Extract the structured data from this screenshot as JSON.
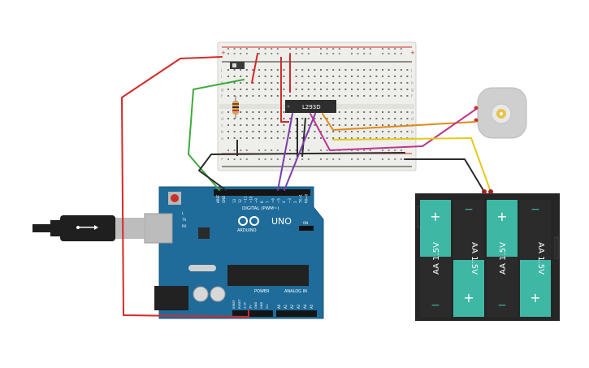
{
  "breadboard": {
    "row_letters_top": [
      "j",
      "i",
      "h",
      "g",
      "f"
    ],
    "row_letters_bottom": [
      "e",
      "d",
      "c",
      "b",
      "a"
    ],
    "top_rail_plus": "+",
    "top_rail_minus": "-",
    "bottom_rail_plus": "+",
    "bottom_rail_minus": "-"
  },
  "driver_chip": {
    "label": "L293D"
  },
  "arduino": {
    "brand": "ARDUINO",
    "model": "UNO",
    "digital_label": "DIGITAL (PWM~)",
    "power_label": "POWER",
    "analog_label": "ANALOG IN",
    "tx_label": "TX",
    "rx_label": "RX",
    "l_label": "L",
    "on_label": "ON",
    "aref_label": "AREF",
    "gnd_label": "GND",
    "digital_pins": [
      "13",
      "12",
      "~11",
      "~10",
      "~9",
      "8",
      "7",
      "~6",
      "~5",
      "4",
      "~3",
      "2",
      "TX→1",
      "RX←0"
    ],
    "power_pins": [
      "IOREF",
      "RESET",
      "3.3V",
      "5V",
      "GND",
      "GND",
      "Vin"
    ],
    "analog_pins": [
      "A0",
      "A1",
      "A2",
      "A3",
      "A4",
      "A5"
    ]
  },
  "battery_pack": {
    "cells": [
      {
        "label": "AA 1.5V",
        "plus": "+",
        "minus": "−",
        "orientation": "up"
      },
      {
        "label": "AA 1.5V",
        "plus": "+",
        "minus": "−",
        "orientation": "down"
      },
      {
        "label": "AA 1.5V",
        "plus": "+",
        "minus": "−",
        "orientation": "up"
      },
      {
        "label": "AA 1.5V",
        "plus": "+",
        "minus": "−",
        "orientation": "down"
      }
    ]
  },
  "colors": {
    "wire_red": "#d42a2a",
    "wire_green": "#3daa3d",
    "wire_black": "#2b2b2b",
    "wire_purple": "#7b3fa8",
    "wire_orange": "#e08a17",
    "wire_yellow": "#e6c81c",
    "wire_magenta": "#c2358f",
    "arduino_blue": "#1f6c9b",
    "battery_teal": "#3fb7a5"
  }
}
